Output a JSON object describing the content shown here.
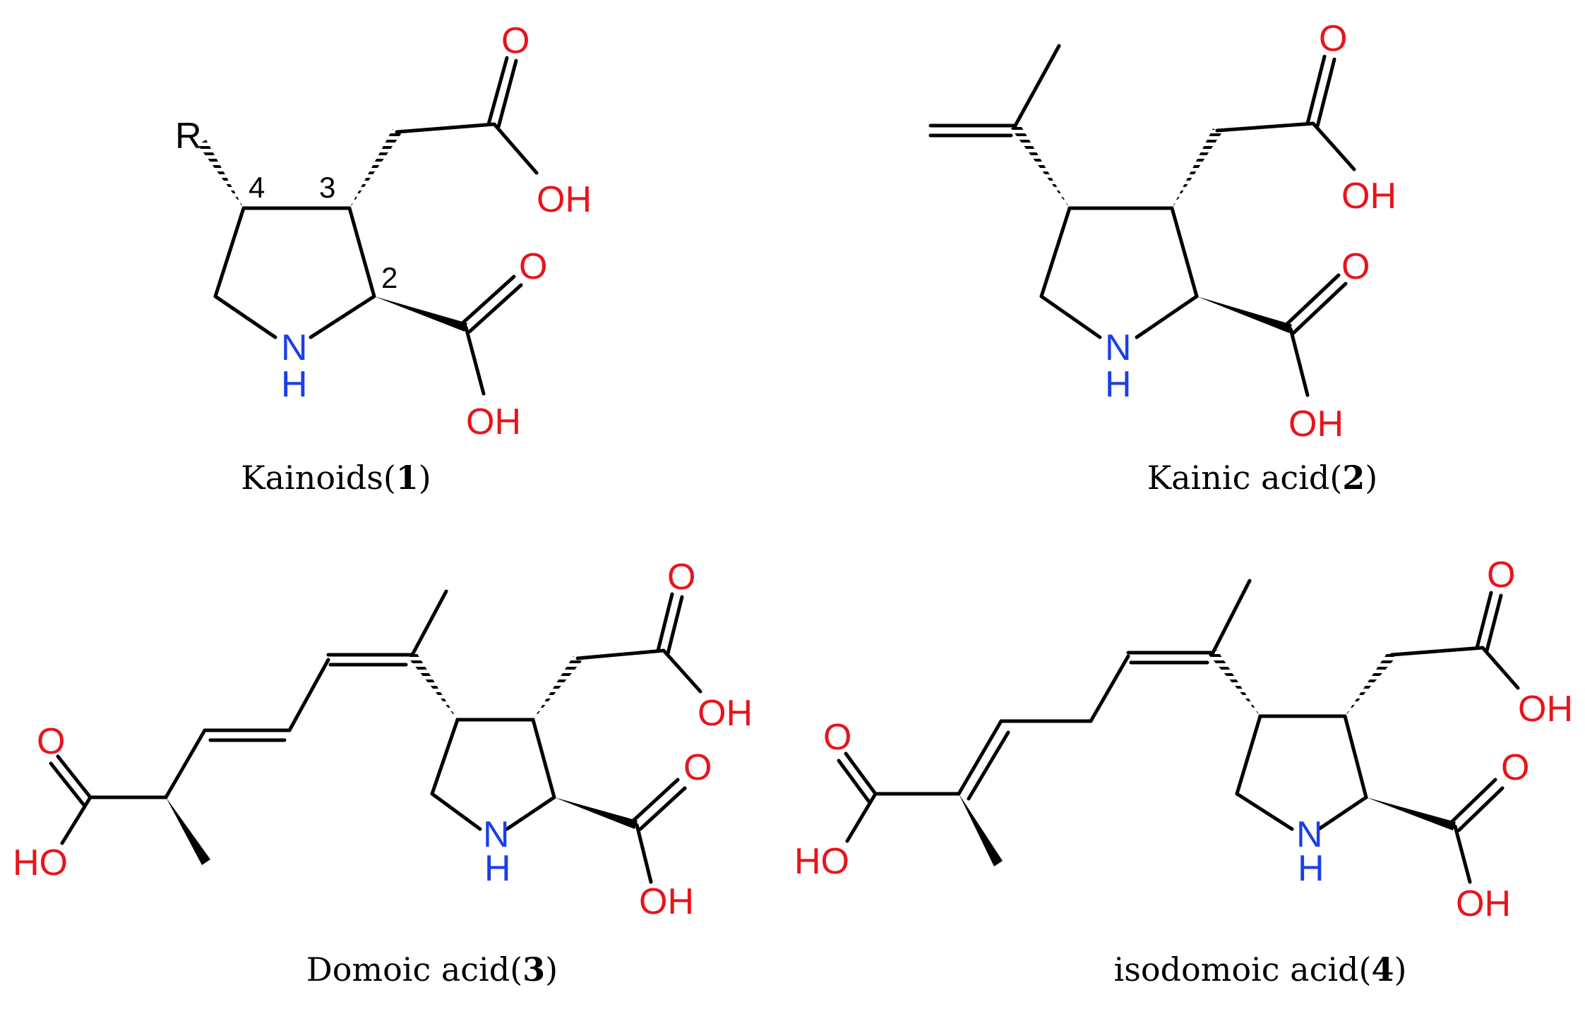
{
  "molecules": [
    {
      "id": "kainoids",
      "caption_name": "Kainoids(",
      "caption_num": "1",
      "caption_close": ")",
      "atom_labels": {
        "R": "R",
        "O_acetic_carbonyl": "O",
        "OH_acetic": "OH",
        "O_carboxyl": "O",
        "OH_carboxyl": "OH",
        "N": "N",
        "H": "H"
      },
      "locants": {
        "c4": "4",
        "c3": "3",
        "c2": "2"
      }
    },
    {
      "id": "kainic-acid",
      "caption_name": "Kainic acid(",
      "caption_num": "2",
      "caption_close": ")",
      "atom_labels": {
        "O_acetic_carbonyl": "O",
        "OH_acetic": "OH",
        "O_carboxyl": "O",
        "OH_carboxyl": "OH",
        "N": "N",
        "H": "H"
      }
    },
    {
      "id": "domoic-acid",
      "caption_name": "Domoic acid(",
      "caption_num": "3",
      "caption_close": ")",
      "atom_labels": {
        "O_side_carbonyl": "O",
        "HO_side": "HO",
        "O_acetic_carbonyl": "O",
        "OH_acetic": "OH",
        "O_carboxyl": "O",
        "OH_carboxyl": "OH",
        "N": "N",
        "H": "H"
      }
    },
    {
      "id": "isodomoic-acid",
      "caption_name": "isodomoic acid(",
      "caption_num": "4",
      "caption_close": ")",
      "atom_labels": {
        "O_side_carbonyl": "O",
        "HO_side": "HO",
        "O_acetic_carbonyl": "O",
        "OH_acetic": "OH",
        "O_carboxyl": "O",
        "OH_carboxyl": "OH",
        "N": "N",
        "H": "H"
      }
    }
  ],
  "colors": {
    "oxygen": "#e8141b",
    "nitrogen": "#1a3fe6",
    "bond": "#000000"
  }
}
